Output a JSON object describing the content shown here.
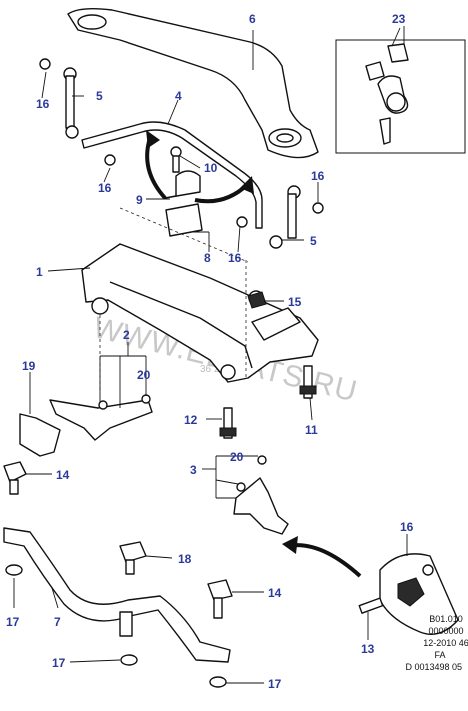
{
  "callouts": [
    {
      "id": "c6",
      "label": "6"
    },
    {
      "id": "c23",
      "label": "23"
    },
    {
      "id": "c16a",
      "label": "16"
    },
    {
      "id": "c5a",
      "label": "5"
    },
    {
      "id": "c4",
      "label": "4"
    },
    {
      "id": "c16b",
      "label": "16"
    },
    {
      "id": "c10",
      "label": "10"
    },
    {
      "id": "c16c",
      "label": "16"
    },
    {
      "id": "c9",
      "label": "9"
    },
    {
      "id": "c8",
      "label": "8"
    },
    {
      "id": "c16d",
      "label": "16"
    },
    {
      "id": "c5b",
      "label": "5"
    },
    {
      "id": "c1",
      "label": "1"
    },
    {
      "id": "c15",
      "label": "15"
    },
    {
      "id": "c2",
      "label": "2"
    },
    {
      "id": "c19",
      "label": "19"
    },
    {
      "id": "c20a",
      "label": "20"
    },
    {
      "id": "c12",
      "label": "12"
    },
    {
      "id": "c11",
      "label": "11"
    },
    {
      "id": "c14a",
      "label": "14"
    },
    {
      "id": "c3",
      "label": "3"
    },
    {
      "id": "c20b",
      "label": "20"
    },
    {
      "id": "c16e",
      "label": "16"
    },
    {
      "id": "c18",
      "label": "18"
    },
    {
      "id": "c14b",
      "label": "14"
    },
    {
      "id": "c17a",
      "label": "17"
    },
    {
      "id": "c7",
      "label": "7"
    },
    {
      "id": "c13",
      "label": "13"
    },
    {
      "id": "c17b",
      "label": "17"
    },
    {
      "id": "c17c",
      "label": "17"
    }
  ],
  "watermark": {
    "main": "WWW.ELCATS.RU",
    "small": "36  2012"
  },
  "reference": {
    "line1": "B01.010",
    "line2": "0000000",
    "line3": "12-2010 46",
    "line4": "FA",
    "line5": "D 0013498 05"
  }
}
